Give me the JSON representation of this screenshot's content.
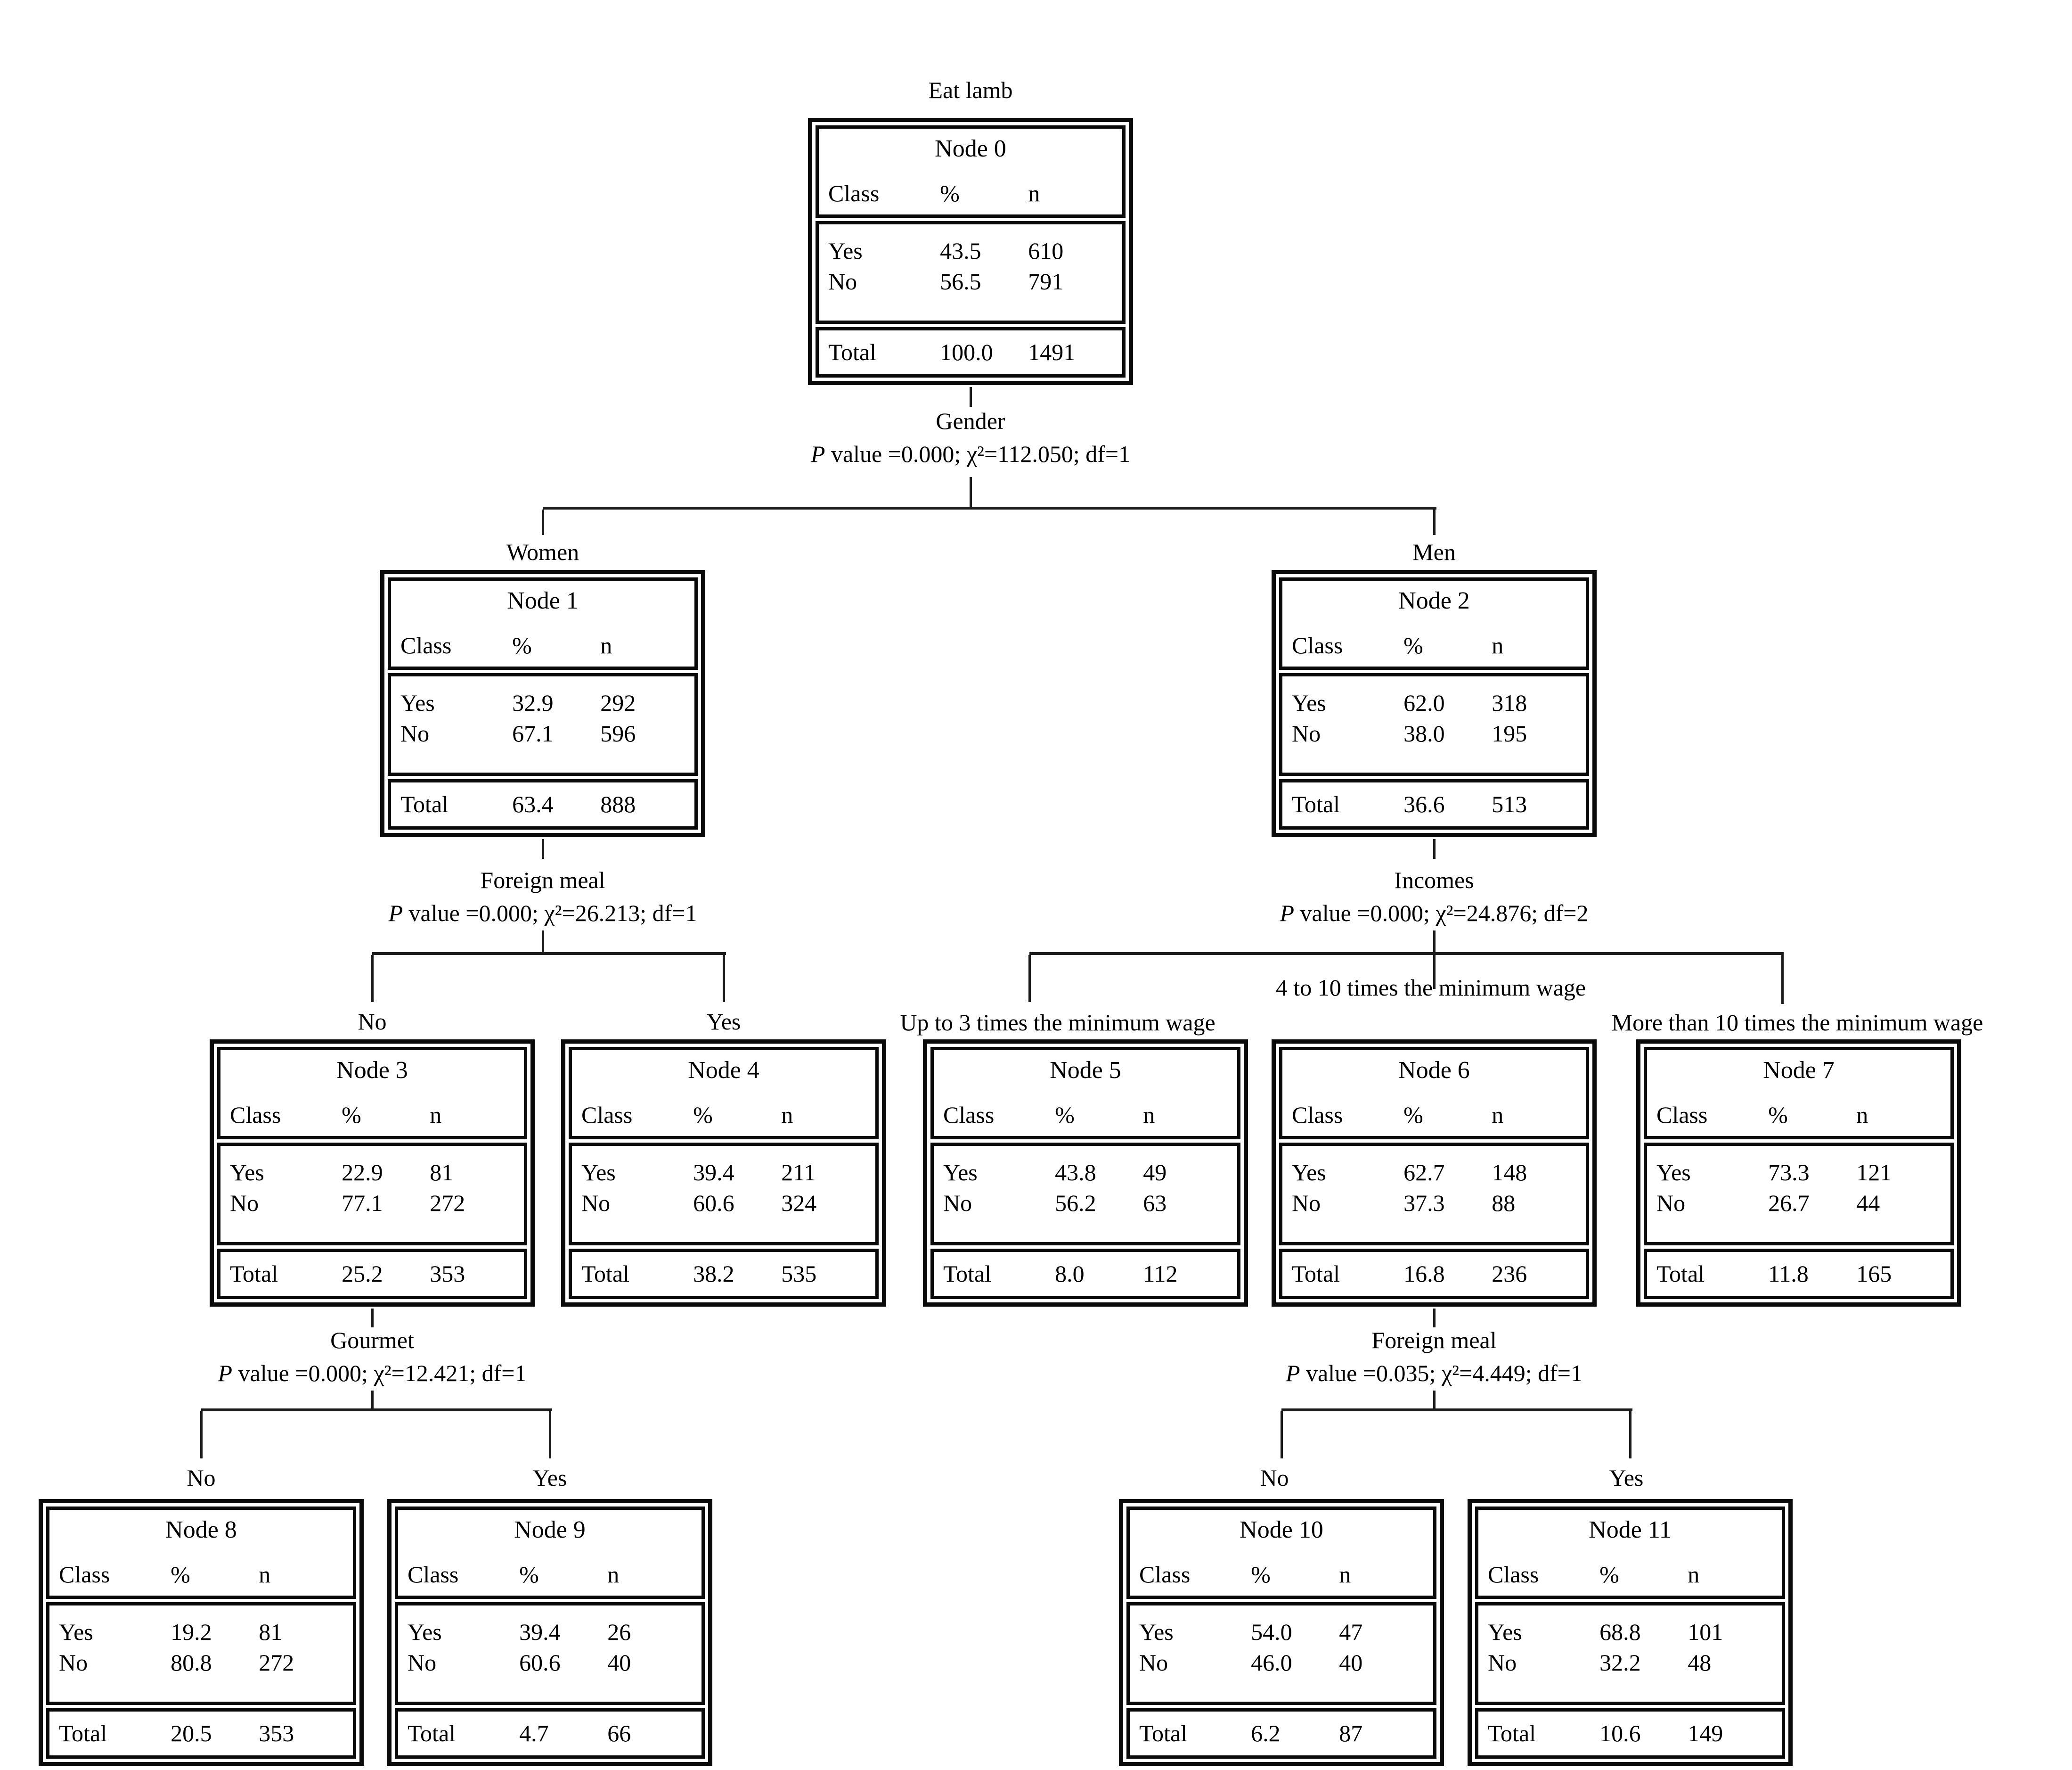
{
  "headers": {
    "class_col": "Class",
    "percent_col": "%",
    "n_col": "n"
  },
  "row_labels": {
    "yes": "Yes",
    "no": "No",
    "total": "Total"
  },
  "nodes": [
    {
      "label": "Eat lamb",
      "title": "Node 0",
      "yes_pct": "43.5",
      "yes_n": "610",
      "no_pct": "56.5",
      "no_n": "791",
      "total_pct": "100.0",
      "total_n": "1491"
    },
    {
      "label": "Women",
      "title": "Node 1",
      "yes_pct": "32.9",
      "yes_n": "292",
      "no_pct": "67.1",
      "no_n": "596",
      "total_pct": "63.4",
      "total_n": "888"
    },
    {
      "label": "Men",
      "title": "Node 2",
      "yes_pct": "62.0",
      "yes_n": "318",
      "no_pct": "38.0",
      "no_n": "195",
      "total_pct": "36.6",
      "total_n": "513"
    },
    {
      "label": "No",
      "title": "Node 3",
      "yes_pct": "22.9",
      "yes_n": "81",
      "no_pct": "77.1",
      "no_n": "272",
      "total_pct": "25.2",
      "total_n": "353"
    },
    {
      "label": "Yes",
      "title": "Node 4",
      "yes_pct": "39.4",
      "yes_n": "211",
      "no_pct": "60.6",
      "no_n": "324",
      "total_pct": "38.2",
      "total_n": "535"
    },
    {
      "label": "Up to 3 times the minimum wage",
      "title": "Node 5",
      "yes_pct": "43.8",
      "yes_n": "49",
      "no_pct": "56.2",
      "no_n": "63",
      "total_pct": "8.0",
      "total_n": "112"
    },
    {
      "label": "4 to 10 times the minimum wage",
      "title": "Node 6",
      "yes_pct": "62.7",
      "yes_n": "148",
      "no_pct": "37.3",
      "no_n": "88",
      "total_pct": "16.8",
      "total_n": "236"
    },
    {
      "label": "More than 10 times the minimum wage",
      "title": "Node 7",
      "yes_pct": "73.3",
      "yes_n": "121",
      "no_pct": "26.7",
      "no_n": "44",
      "total_pct": "11.8",
      "total_n": "165"
    },
    {
      "label": "No",
      "title": "Node 8",
      "yes_pct": "19.2",
      "yes_n": "81",
      "no_pct": "80.8",
      "no_n": "272",
      "total_pct": "20.5",
      "total_n": "353"
    },
    {
      "label": "Yes",
      "title": "Node 9",
      "yes_pct": "39.4",
      "yes_n": "26",
      "no_pct": "60.6",
      "no_n": "40",
      "total_pct": "4.7",
      "total_n": "66"
    },
    {
      "label": "No",
      "title": "Node 10",
      "yes_pct": "54.0",
      "yes_n": "47",
      "no_pct": "46.0",
      "no_n": "40",
      "total_pct": "6.2",
      "total_n": "87"
    },
    {
      "label": "Yes",
      "title": "Node 11",
      "yes_pct": "68.8",
      "yes_n": "101",
      "no_pct": "32.2",
      "no_n": "48",
      "total_pct": "10.6",
      "total_n": "149"
    }
  ],
  "splits": [
    {
      "variable": "Gender",
      "p": "P",
      "stats": " value =0.000; χ²=112.050; df=1"
    },
    {
      "variable": "Foreign meal",
      "p": "P",
      "stats": " value =0.000; χ²=26.213; df=1"
    },
    {
      "variable": "Incomes",
      "p": "P",
      "stats": " value =0.000; χ²=24.876; df=2"
    },
    {
      "variable": "Gourmet",
      "p": "P",
      "stats": " value =0.000; χ²=12.421; df=1"
    },
    {
      "variable": "Foreign meal",
      "p": "P",
      "stats": " value =0.035; χ²=4.449; df=1"
    }
  ]
}
